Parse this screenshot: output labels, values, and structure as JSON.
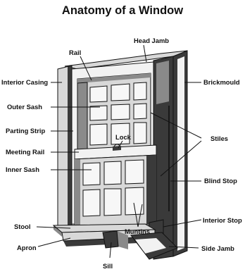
{
  "diagram": {
    "title": "Anatomy of a Window",
    "labels": {
      "head_jamb": "Head Jamb",
      "rail": "Rail",
      "interior_casing": "Interior Casing",
      "brickmould": "Brickmould",
      "outer_sash": "Outer Sash",
      "parting_strip": "Parting Strip",
      "stiles": "Stiles",
      "lock": "Lock",
      "meeting_rail": "Meeting Rail",
      "inner_sash": "Inner Sash",
      "blind_stop": "Blind Stop",
      "stool": "Stool",
      "interior_stop": "Interior Stop",
      "muntins": "Muntins",
      "apron": "Apron",
      "side_jamb": "Side Jamb",
      "sill": "Sill"
    }
  }
}
